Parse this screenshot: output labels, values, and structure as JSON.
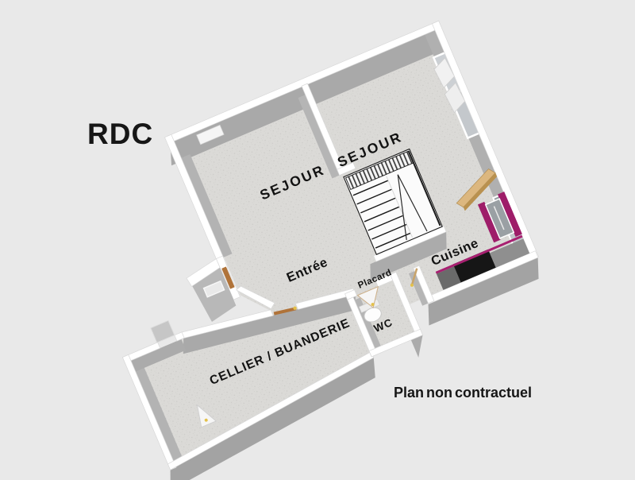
{
  "page": {
    "floor_label": "RDC",
    "disclaimer": "Plan non contractuel"
  },
  "rooms": {
    "sejour_left": {
      "label": "SEJOUR"
    },
    "sejour_right": {
      "label": "SEJOUR"
    },
    "entree": {
      "label": "Entrée"
    },
    "placard": {
      "label": "Placard"
    },
    "cuisine": {
      "label": "Cuisine"
    },
    "cellier": {
      "label": "CELLIER / BUANDERIE"
    },
    "wc": {
      "label": "WC"
    }
  },
  "icons": [
    "staircase",
    "toilet-icon",
    "kitchen-counter",
    "fridge",
    "bench",
    "window-panel",
    "door-leaf"
  ],
  "colors": {
    "background": "#e9e9e9",
    "floor": "#dbdad7",
    "wall_cap": "#ffffff",
    "wall_face": "#a9a9a9",
    "kitchen_accent": "#9e1d69",
    "counter": "#161616",
    "wood": "#dcb77f",
    "door_wood": "#b07339",
    "window": "#ccd0d4",
    "text": "#121212"
  }
}
